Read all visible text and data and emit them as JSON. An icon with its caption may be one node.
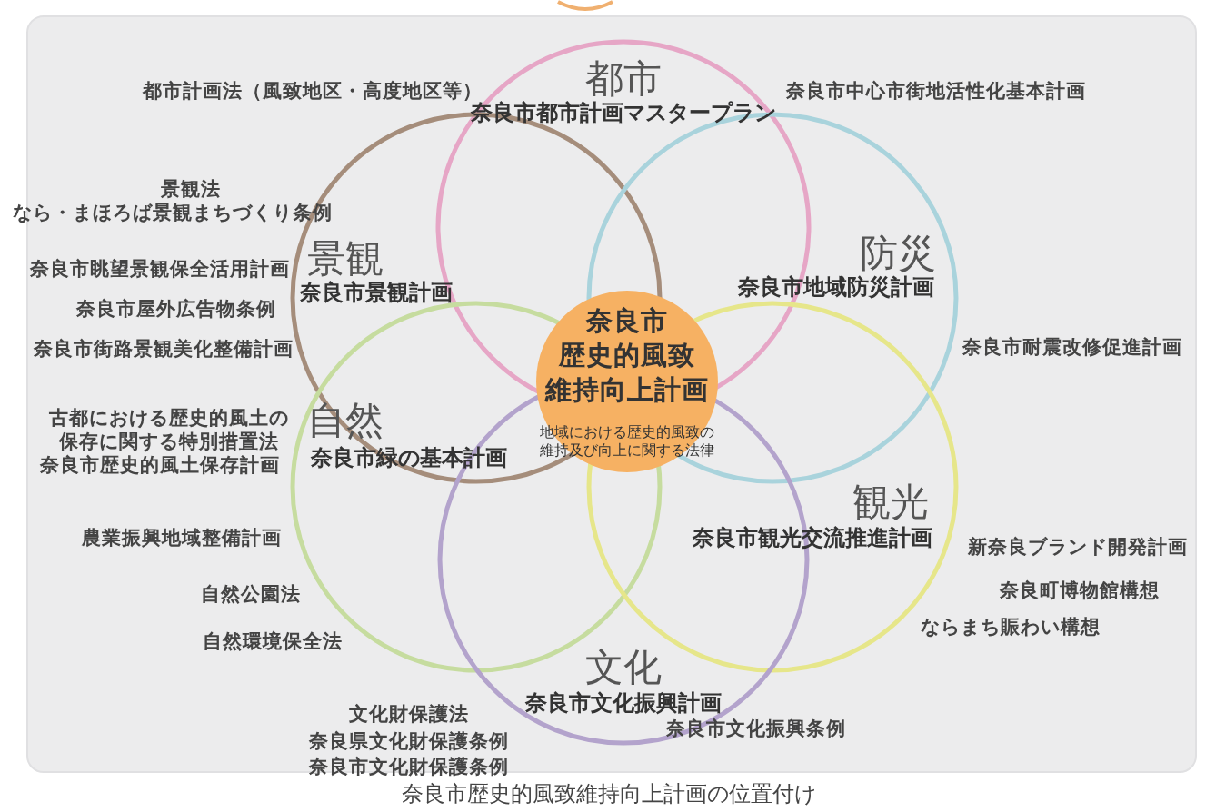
{
  "diagram": {
    "caption": "奈良市歴史的風致維持向上計画の位置付け",
    "nodes": [
      {
        "text": [
          "都市",
          "奈良市都市計画マスタープラン"
        ]
      },
      {
        "text": [
          "景観",
          "奈良市景観計画"
        ]
      },
      {
        "text": [
          "防災",
          "奈良市地域防災計画"
        ]
      },
      {
        "text": [
          "自然",
          "奈良市緑の基本計画"
        ]
      },
      {
        "text": [
          "観光",
          "奈良市観光交流推進計画"
        ]
      },
      {
        "text": [
          "文化",
          "奈良市文化振興計画"
        ]
      },
      {
        "text": [
          "奈良市歴史的風致維持向上計画",
          "地域における歴史的風致の維持及び向上に関する法律"
        ]
      }
    ],
    "labels": [
      "都市計画法（風致地区・高度地区等）",
      "奈良市中心市街地活性化基本計画",
      "景観法",
      "なら・まほろば景観まちづくり条例",
      "奈良市眺望景観保全活用計画",
      "奈良市屋外広告物条例",
      "奈良市街路景観美化整備計画",
      "奈良市耐震改修促進計画",
      "古都における歴史的風土の保存に関する特別措置法",
      "奈良市歴史的風土保存計画",
      "農業振興地域整備計画",
      "新奈良ブランド開発計画",
      "自然公園法",
      "奈良町博物館構想",
      "自然環境保全法",
      "ならまち賑わい構想",
      "文化財保護法",
      "奈良県文化財保護条例",
      "奈良市文化財保護条例",
      "奈良市文化振興条例"
    ]
  }
}
